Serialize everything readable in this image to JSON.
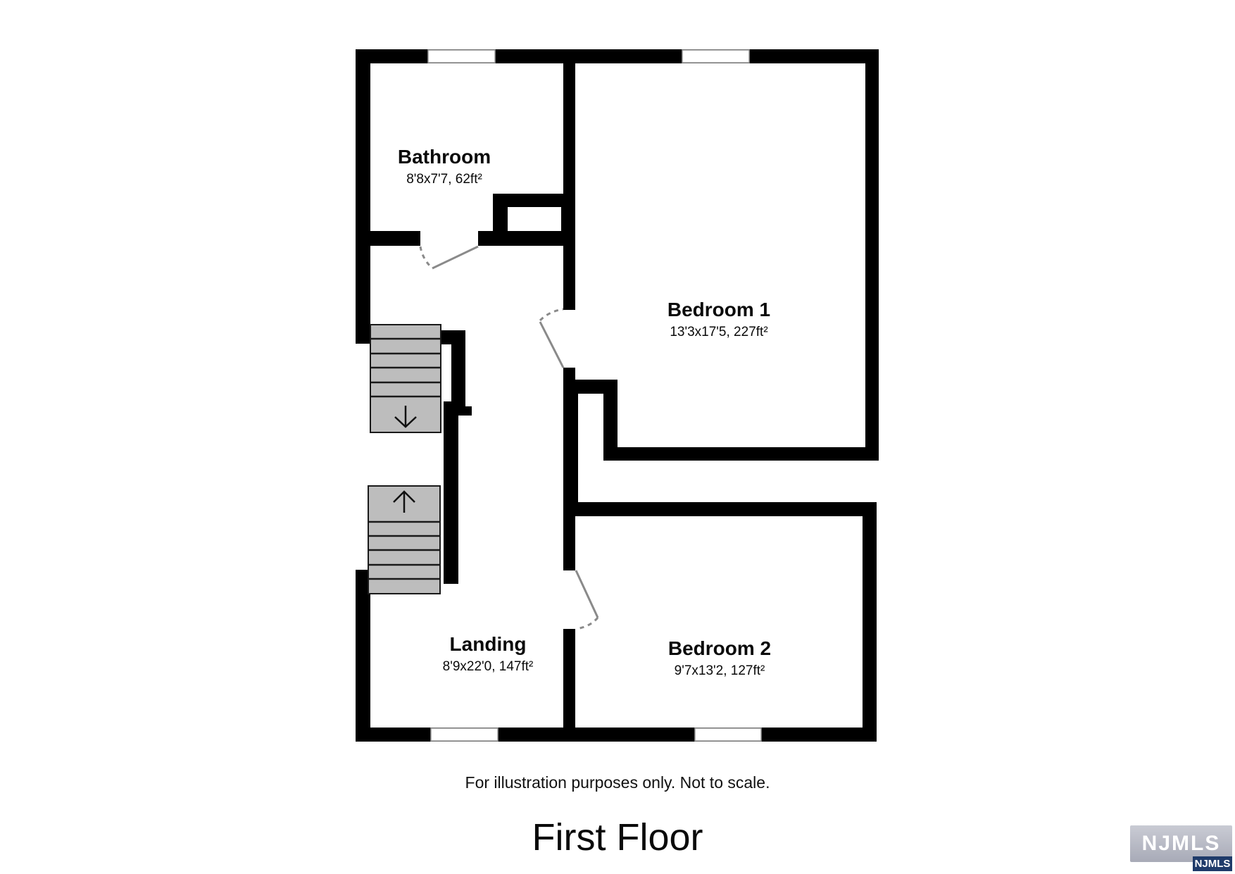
{
  "floor_title": "First Floor",
  "caption": "For illustration purposes only. Not to scale.",
  "rooms": [
    {
      "id": "bathroom",
      "name": "Bathroom",
      "dims": "8'8x7'7, 62ft²"
    },
    {
      "id": "bedroom-1",
      "name": "Bedroom 1",
      "dims": "13'3x17'5, 227ft²"
    },
    {
      "id": "landing",
      "name": "Landing",
      "dims": "8'9x22'0, 147ft²"
    },
    {
      "id": "bedroom-2",
      "name": "Bedroom 2",
      "dims": "9'7x13'2, 127ft²"
    }
  ],
  "stairs": [
    {
      "id": "stairs-down",
      "direction": "down",
      "icon": "arrow-down-icon"
    },
    {
      "id": "stairs-up",
      "direction": "up",
      "icon": "arrow-up-icon"
    }
  ],
  "watermark": {
    "large": "NJMLS",
    "small": "NJMLS",
    "badge_color": "#1f3b6a"
  },
  "colors": {
    "wall": "#000000",
    "stair_fill": "#bdbdbd",
    "door": "#8a8a8a",
    "background": "#ffffff"
  }
}
